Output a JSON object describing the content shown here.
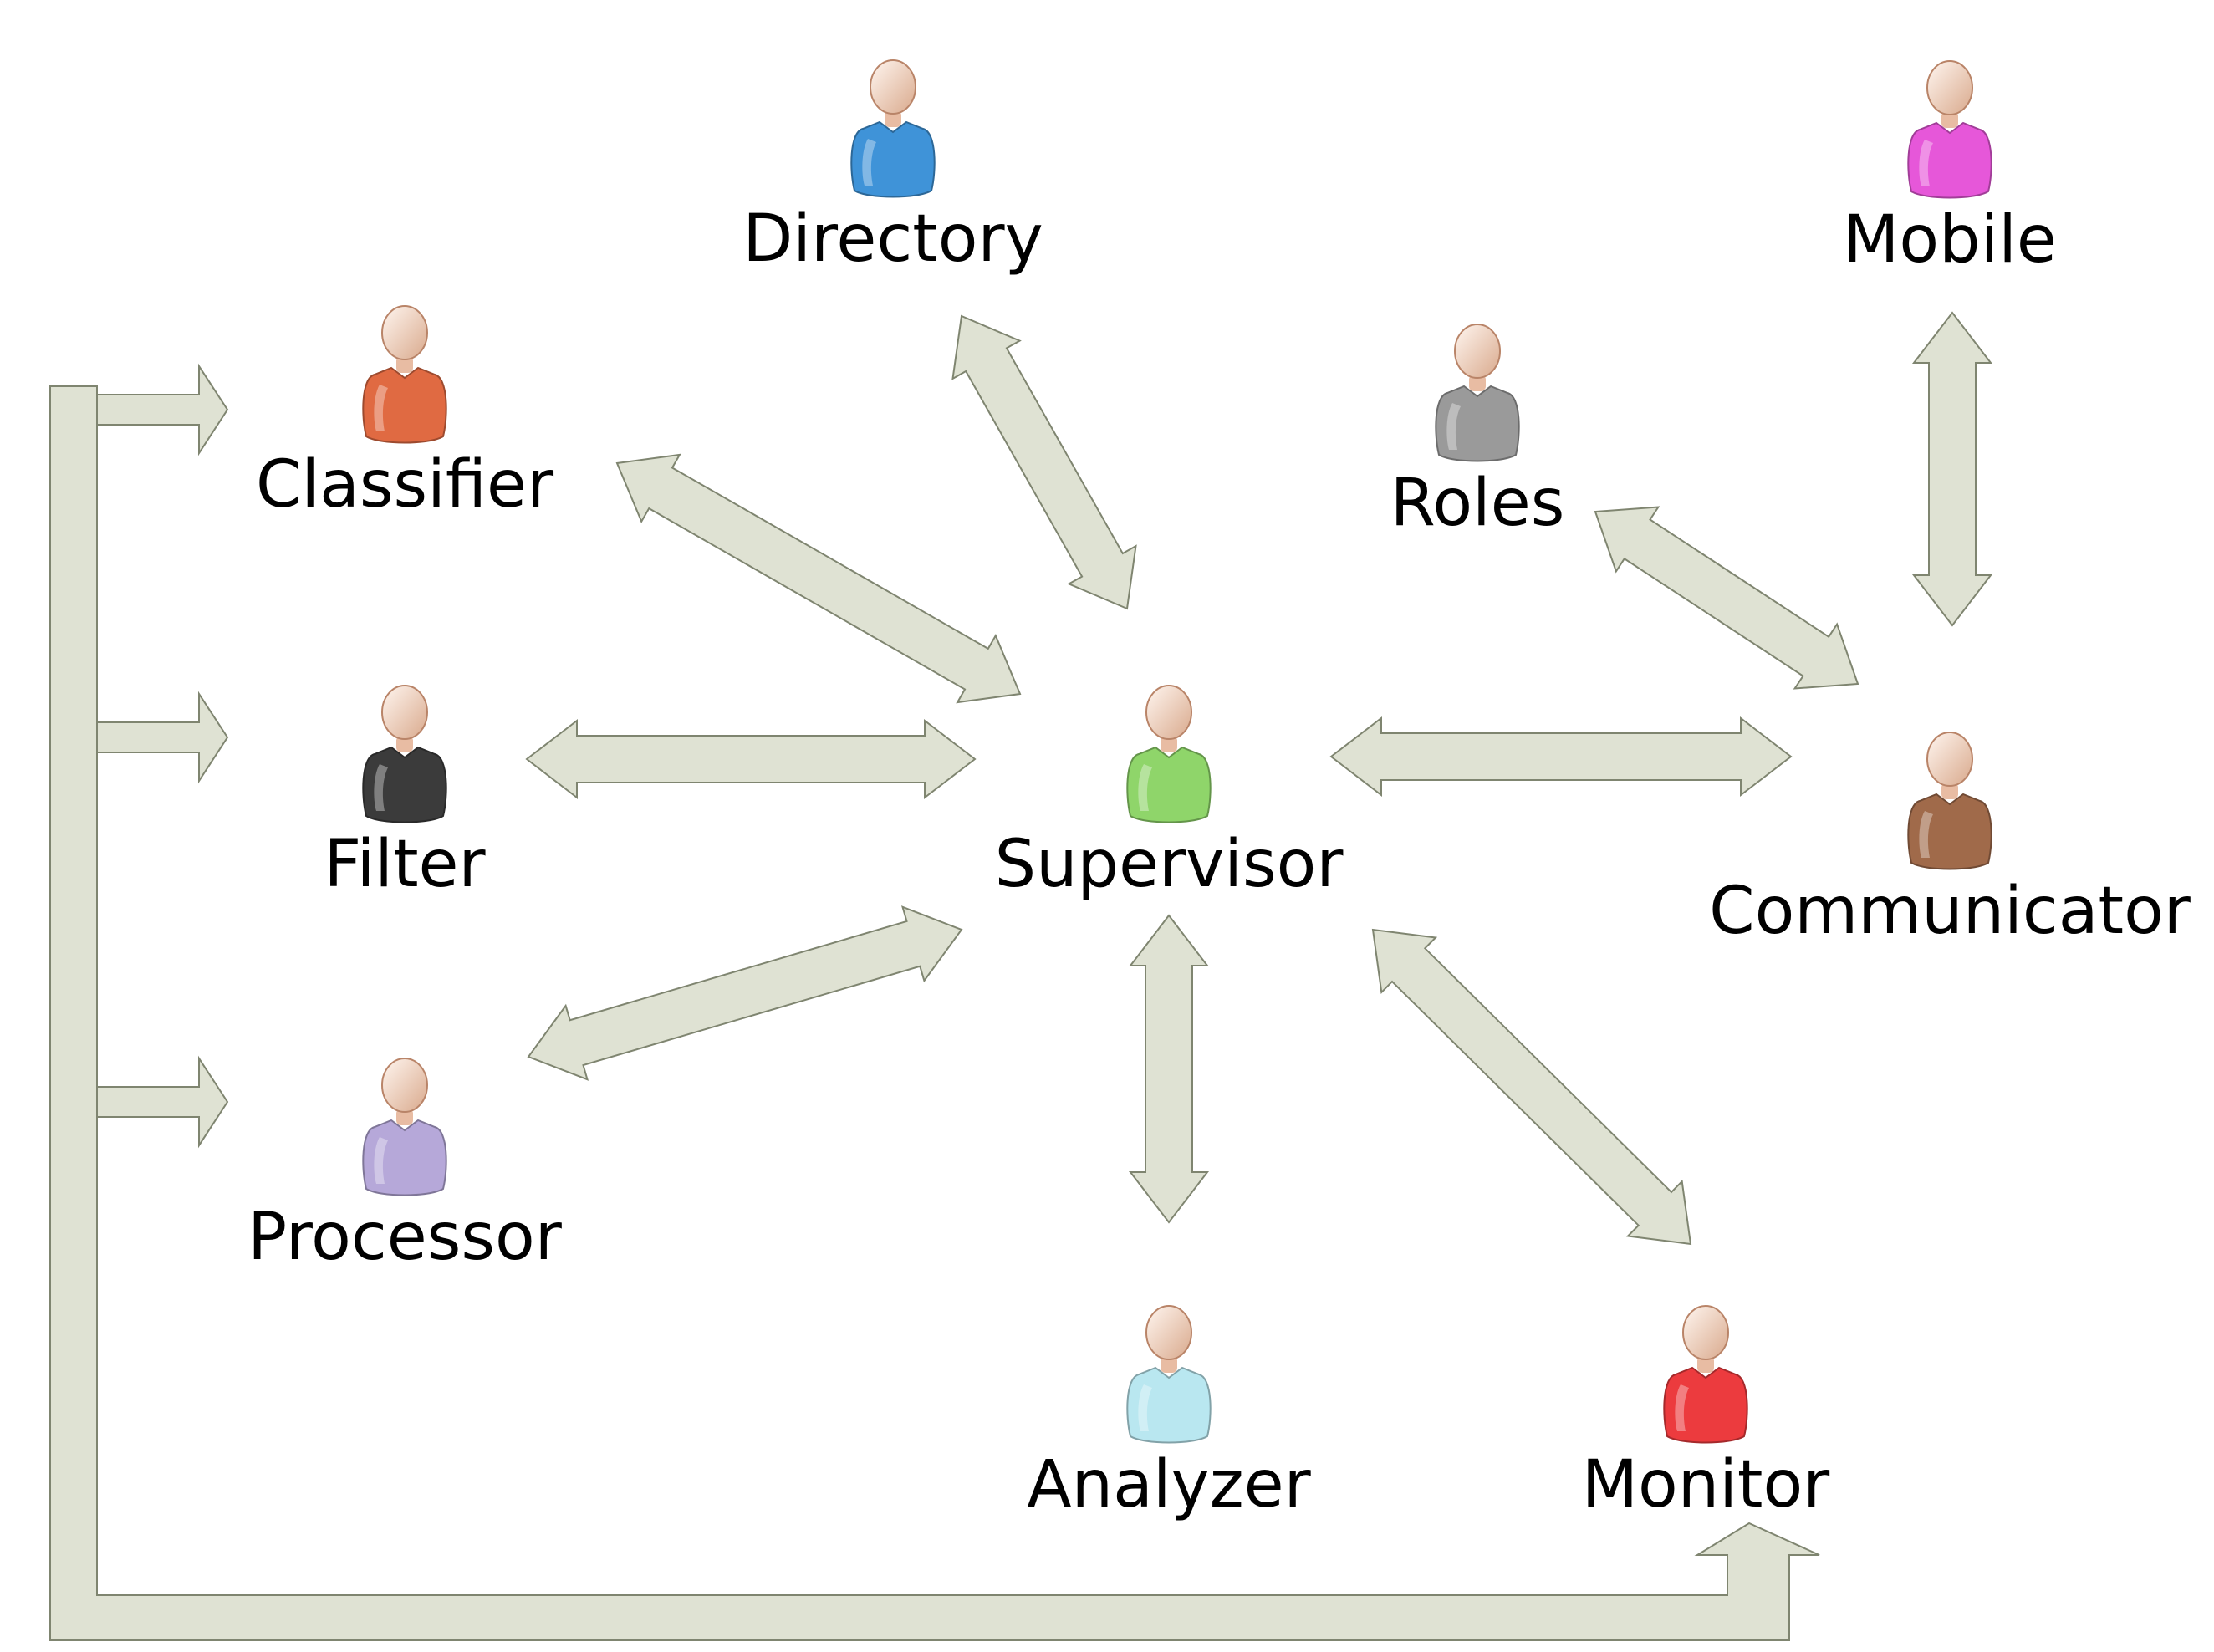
{
  "diagram": {
    "arrow_fill": "#dfe2d3",
    "arrow_stroke": "#7f8570",
    "agents": [
      {
        "id": "directory",
        "label": "Directory",
        "icon": "person-icon",
        "color": "#3f93d8"
      },
      {
        "id": "mobile",
        "label": "Mobile",
        "icon": "person-icon",
        "color": "#e657d9"
      },
      {
        "id": "classifier",
        "label": "Classifier",
        "icon": "person-icon",
        "color": "#e06a42"
      },
      {
        "id": "roles",
        "label": "Roles",
        "icon": "person-icon",
        "color": "#9a9a9a"
      },
      {
        "id": "filter",
        "label": "Filter",
        "icon": "person-icon",
        "color": "#3b3b3b"
      },
      {
        "id": "supervisor",
        "label": "Supervisor",
        "icon": "person-icon",
        "color": "#8fd56a"
      },
      {
        "id": "communicator",
        "label": "Communicator",
        "icon": "person-icon",
        "color": "#a06a4a"
      },
      {
        "id": "processor",
        "label": "Processor",
        "icon": "person-icon",
        "color": "#b6a8d9"
      },
      {
        "id": "analyzer",
        "label": "Analyzer",
        "icon": "person-icon",
        "color": "#b9e7f0"
      },
      {
        "id": "monitor",
        "label": "Monitor",
        "icon": "person-icon",
        "color": "#ec3b3e"
      }
    ],
    "connections": [
      {
        "from": "directory",
        "to": "supervisor",
        "bidirectional": true
      },
      {
        "from": "classifier",
        "to": "supervisor",
        "bidirectional": true
      },
      {
        "from": "filter",
        "to": "supervisor",
        "bidirectional": true
      },
      {
        "from": "processor",
        "to": "supervisor",
        "bidirectional": true
      },
      {
        "from": "supervisor",
        "to": "analyzer",
        "bidirectional": true
      },
      {
        "from": "supervisor",
        "to": "monitor",
        "bidirectional": true
      },
      {
        "from": "supervisor",
        "to": "communicator",
        "bidirectional": true
      },
      {
        "from": "roles",
        "to": "communicator",
        "bidirectional": true
      },
      {
        "from": "mobile",
        "to": "communicator",
        "bidirectional": true
      },
      {
        "from": "monitor",
        "to": [
          "classifier",
          "filter",
          "processor"
        ],
        "bidirectional": false
      }
    ]
  }
}
